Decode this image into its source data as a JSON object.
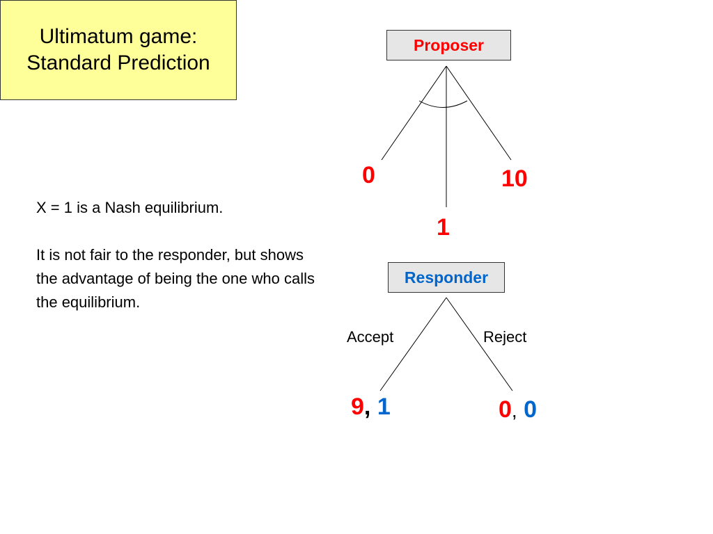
{
  "title": {
    "line1": "Ultimatum game:",
    "line2": "Standard Prediction"
  },
  "body": {
    "line1": "X = 1 is a Nash equilibrium.",
    "para2": "It is not fair to the responder, but shows the advantage of being the one who calls the equilibrium."
  },
  "tree": {
    "proposer": "Proposer",
    "offers": {
      "left": "0",
      "middle": "1",
      "right": "10"
    },
    "responder": "Responder",
    "actions": {
      "accept": "Accept",
      "reject": "Reject"
    },
    "payoffs": {
      "accept": {
        "proposer": "9",
        "sep": ",",
        "responder": "1"
      },
      "reject": {
        "proposer": "0",
        "sep": ",",
        "responder": "0"
      }
    }
  },
  "colors": {
    "proposer": "#ff0000",
    "responder": "#0066cc",
    "title_bg": "#ffff99",
    "node_bg": "#e6e6e6"
  }
}
